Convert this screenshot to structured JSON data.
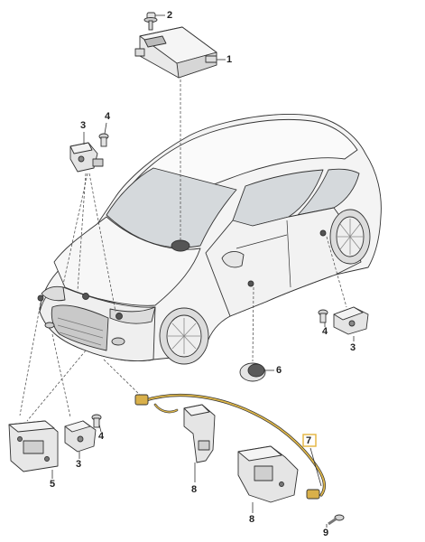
{
  "diagram": {
    "callouts": [
      {
        "id": "c1",
        "text": "1"
      },
      {
        "id": "c2",
        "text": "2"
      },
      {
        "id": "c3a",
        "text": "3"
      },
      {
        "id": "c4a",
        "text": "4"
      },
      {
        "id": "c3b",
        "text": "3"
      },
      {
        "id": "c4b",
        "text": "4"
      },
      {
        "id": "c4c",
        "text": "4"
      },
      {
        "id": "c3c",
        "text": "3"
      },
      {
        "id": "c5",
        "text": "5"
      },
      {
        "id": "c6",
        "text": "6"
      },
      {
        "id": "c7",
        "text": "7"
      },
      {
        "id": "c8a",
        "text": "8"
      },
      {
        "id": "c8b",
        "text": "8"
      },
      {
        "id": "c9",
        "text": "9"
      }
    ],
    "colors": {
      "line": "#333333",
      "part_fill": "#e9e9e9",
      "part_dark": "#7a7a7a",
      "glass": "#cfd3d6",
      "harness": "#e0b84a",
      "callout_highlight": "#e3b43c"
    }
  }
}
